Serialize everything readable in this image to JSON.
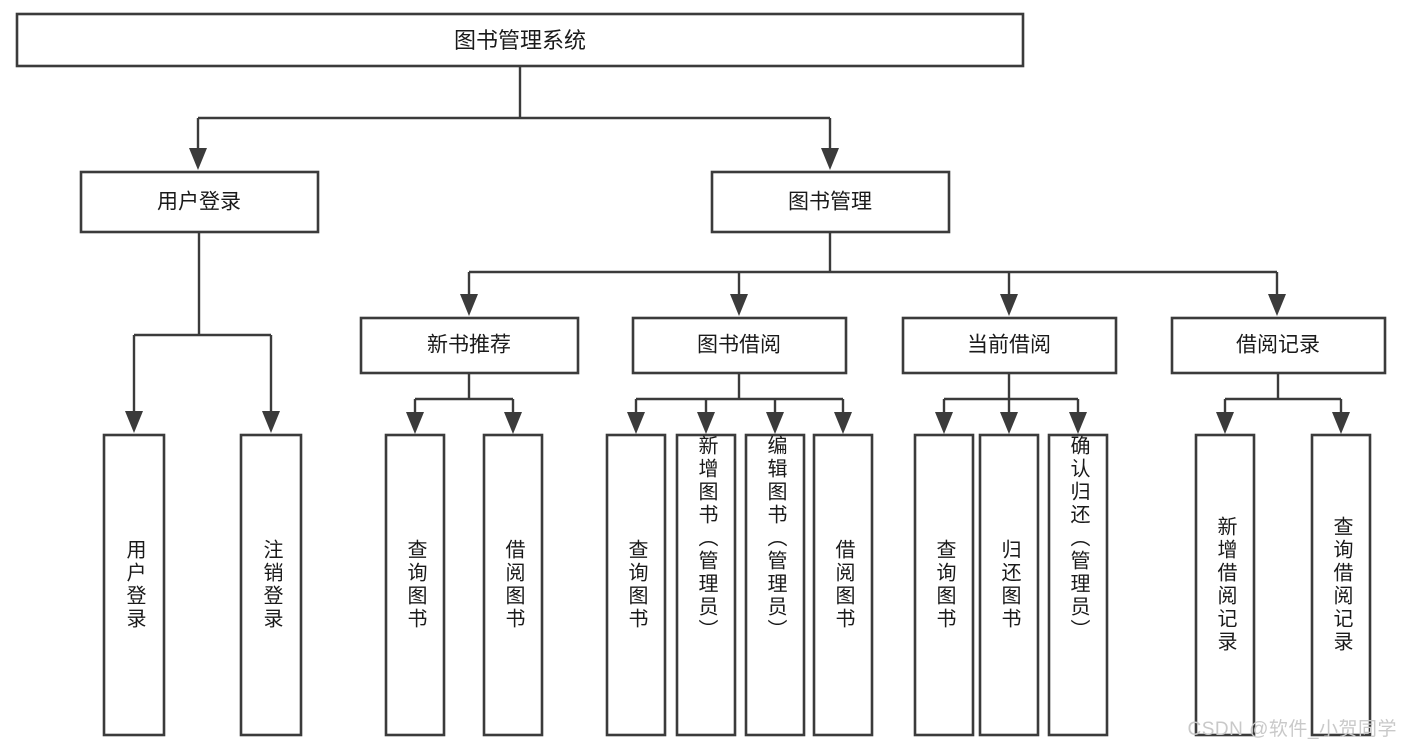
{
  "diagram": {
    "type": "tree",
    "title": "图书管理系统",
    "watermark": "CSDN @软件_小贺同学",
    "colors": {
      "background": "#ffffff",
      "stroke": "#3b3b3b",
      "box_fill": "#ffffff",
      "text": "#1a1a1a",
      "watermark": "#c9c9c9"
    },
    "root": {
      "id": "root",
      "label": "图书管理系统"
    },
    "level2": [
      {
        "id": "user-login",
        "label": "用户登录"
      },
      {
        "id": "book-manage",
        "label": "图书管理"
      }
    ],
    "level3": [
      {
        "id": "new-book-recommend",
        "label": "新书推荐",
        "parent": "book-manage"
      },
      {
        "id": "book-borrow",
        "label": "图书借阅",
        "parent": "book-manage"
      },
      {
        "id": "current-borrow",
        "label": "当前借阅",
        "parent": "book-manage"
      },
      {
        "id": "borrow-record",
        "label": "借阅记录",
        "parent": "book-manage"
      }
    ],
    "leaves": [
      {
        "id": "leaf-user-login",
        "label": "用户登录",
        "parent": "user-login"
      },
      {
        "id": "leaf-user-logout",
        "label": "注销登录",
        "parent": "user-login"
      },
      {
        "id": "leaf-query-book-1",
        "label": "查询图书",
        "parent": "new-book-recommend"
      },
      {
        "id": "leaf-borrow-book-1",
        "label": "借阅图书",
        "parent": "new-book-recommend"
      },
      {
        "id": "leaf-query-book-2",
        "label": "查询图书",
        "parent": "book-borrow"
      },
      {
        "id": "leaf-add-book",
        "label": "新增图书（管理员）",
        "parent": "book-borrow"
      },
      {
        "id": "leaf-edit-book",
        "label": "编辑图书（管理员）",
        "parent": "book-borrow"
      },
      {
        "id": "leaf-borrow-book-2",
        "label": "借阅图书",
        "parent": "book-borrow"
      },
      {
        "id": "leaf-query-book-3",
        "label": "查询图书",
        "parent": "current-borrow"
      },
      {
        "id": "leaf-return-book",
        "label": "归还图书",
        "parent": "current-borrow"
      },
      {
        "id": "leaf-confirm-return",
        "label": "确认归还（管理员）",
        "parent": "current-borrow"
      },
      {
        "id": "leaf-add-record",
        "label": "新增借阅记录",
        "parent": "borrow-record"
      },
      {
        "id": "leaf-query-record",
        "label": "查询借阅记录",
        "parent": "borrow-record"
      }
    ]
  }
}
